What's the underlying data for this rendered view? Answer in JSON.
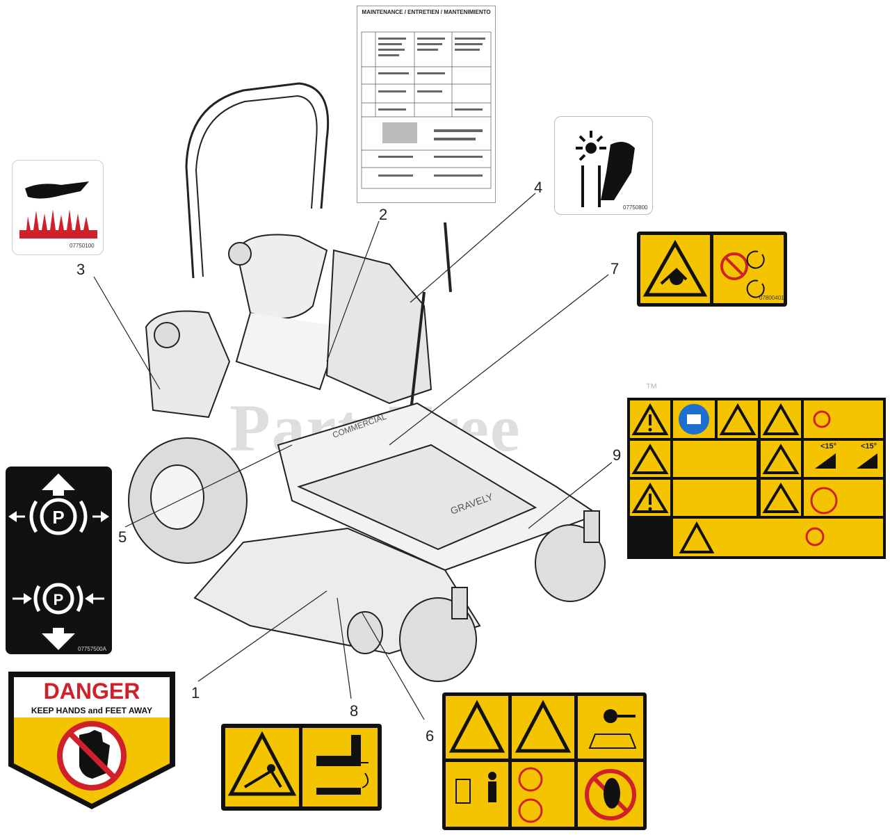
{
  "watermark": {
    "brand": "PartsTree",
    "trademark": "™"
  },
  "callouts": [
    "1",
    "2",
    "3",
    "4",
    "5",
    "6",
    "7",
    "8",
    "9"
  ],
  "decals": {
    "hot_surface": {
      "part_number": "07750100"
    },
    "maintenance": {
      "title": "MAINTENANCE / ENTRETIEN / MANTENIMIENTO"
    },
    "hand_entanglement": {
      "part_number": "07750800"
    },
    "rollover_hand": {
      "part_number": "07800401"
    },
    "parking_brake": {
      "part_number": "07757500A"
    },
    "danger": {
      "heading": "DANGER",
      "subheading": "KEEP HANDS and FEET AWAY"
    },
    "safety_grid": {
      "slope_left": "<15°",
      "slope_right": "<15°"
    }
  },
  "icon_names": [
    "hot-surface-icon",
    "hand-entanglement-icon",
    "parking-brake-icon",
    "warning-triangle-icon",
    "manual-icon",
    "no-hands-icon",
    "slope-icon"
  ],
  "colors": {
    "decal_yellow": "#f5c400",
    "danger_red": "#d0202a",
    "black": "#111111"
  }
}
